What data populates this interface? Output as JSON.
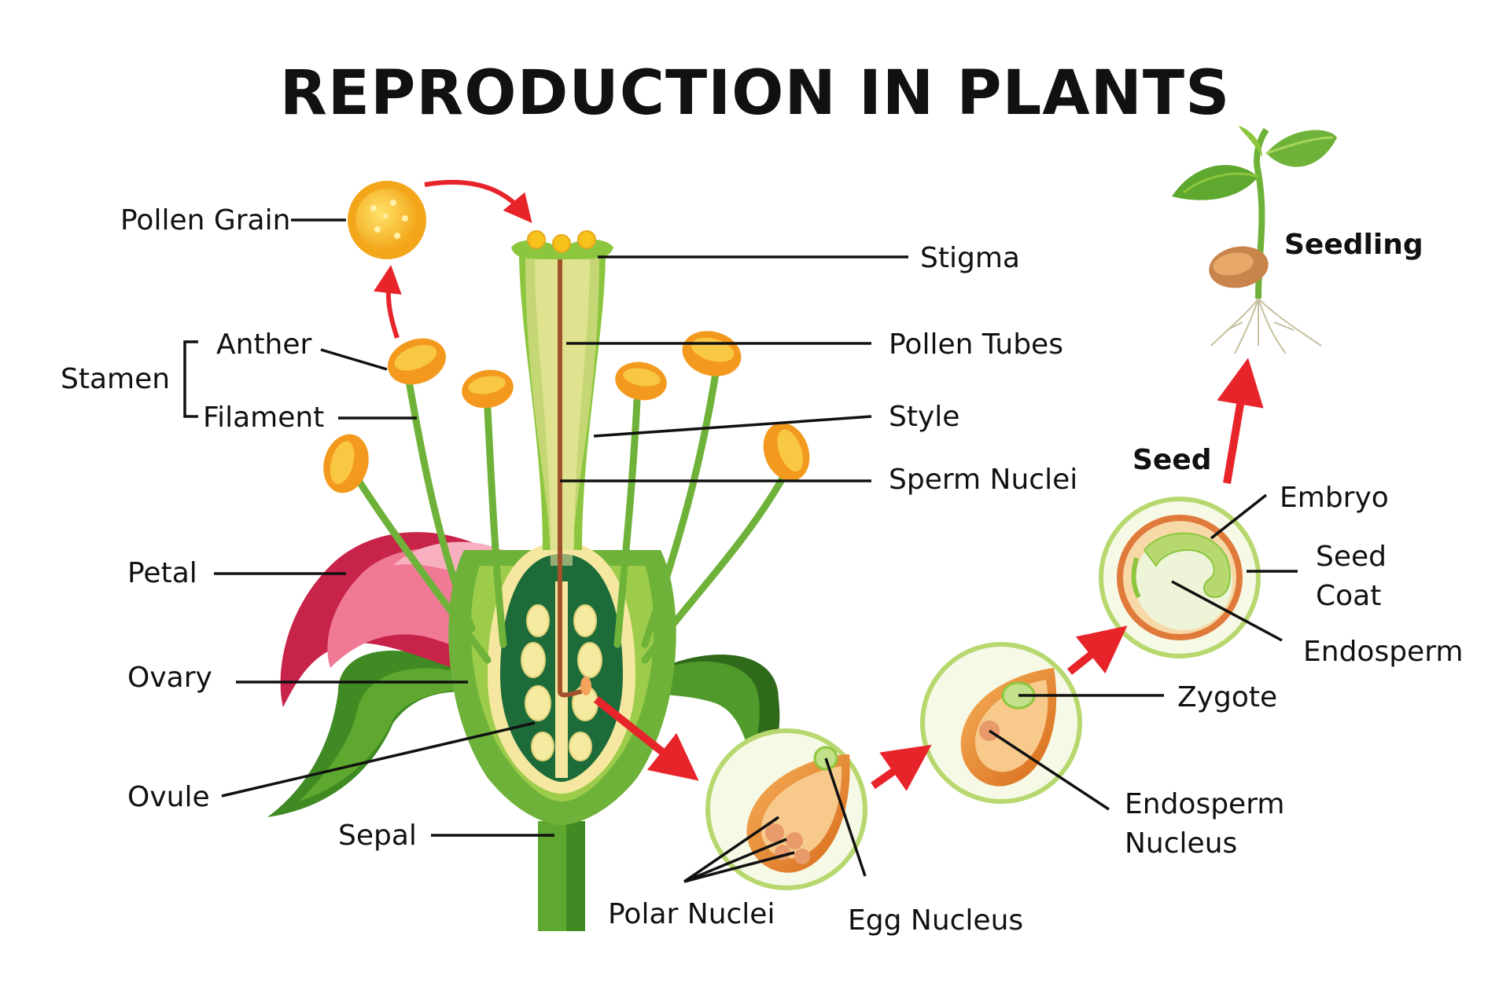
{
  "title": "REPRODUCTION IN PLANTS",
  "labels": {
    "pollen_grain": "Pollen Grain",
    "stamen": "Stamen",
    "anther": "Anther",
    "filament": "Filament",
    "petal": "Petal",
    "ovary": "Ovary",
    "ovule": "Ovule",
    "sepal": "Sepal",
    "stigma": "Stigma",
    "pollen_tubes": "Pollen Tubes",
    "style": "Style",
    "sperm_nuclei": "Sperm Nuclei",
    "polar_nuclei": "Polar Nuclei",
    "egg_nucleus": "Egg Nucleus",
    "zygote": "Zygote",
    "endosperm_nucleus_line1": "Endosperm",
    "endosperm_nucleus_line2": "Nucleus",
    "seed": "Seed",
    "embryo": "Embryo",
    "seed_coat_line1": "Seed",
    "seed_coat_line2": "Coat",
    "endosperm": "Endosperm",
    "seedling": "Seedling"
  },
  "colors": {
    "arrow": "#e8242b",
    "ovary_dark": "#1e6b3a",
    "stem_green": "#6fb23a",
    "light_green": "#b5d86a",
    "petal_pink": "#e05a7a",
    "anther_orange": "#f39a1e",
    "pollen_yellow": "#f7c21c"
  }
}
